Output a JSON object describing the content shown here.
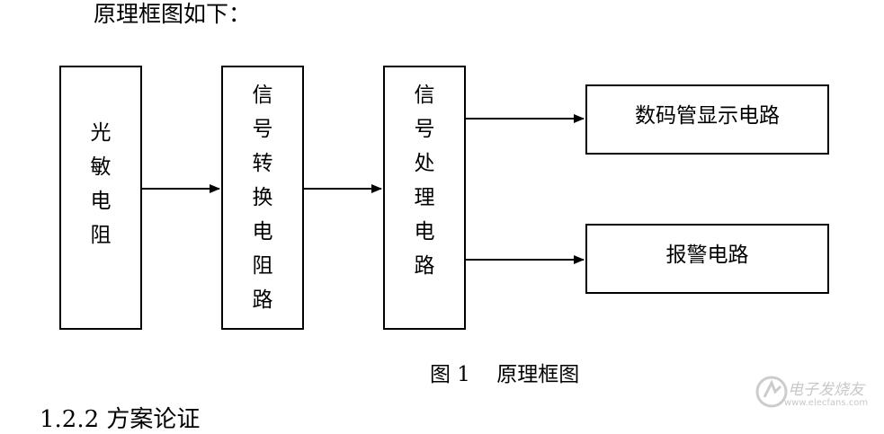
{
  "intro_text": "原理框图如下：",
  "blocks": {
    "photoresistor": [
      "光",
      "敏",
      "电",
      "阻"
    ],
    "conversion": [
      "信",
      "号",
      "转",
      "换",
      "电",
      "阻",
      "路"
    ],
    "processing": [
      "信",
      "号",
      "处",
      "理",
      "电",
      "路"
    ],
    "display": "数码管显示电路",
    "alarm": "报警电路"
  },
  "caption": "图 1    原理框图",
  "section_heading": "1.2.2 方案论证",
  "watermark": {
    "brand": "电子发烧友",
    "url": "www.elecfans.com"
  }
}
